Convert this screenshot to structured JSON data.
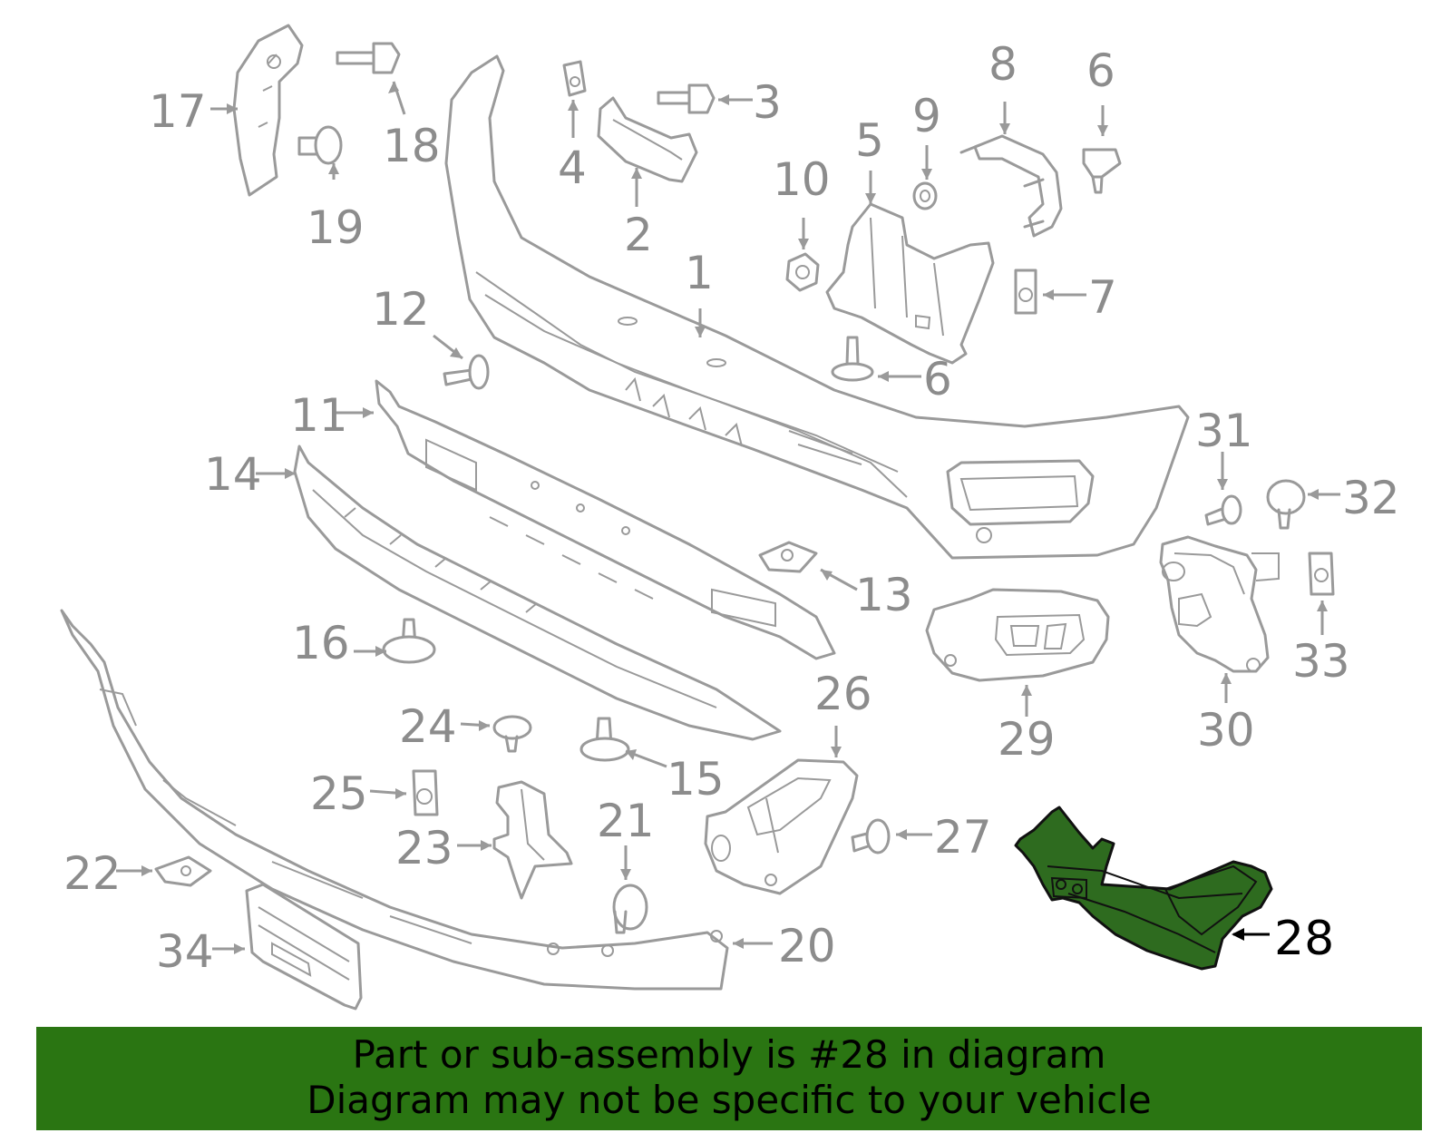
{
  "highlight": {
    "part_number": "28",
    "color": "#2e6b1f"
  },
  "callouts": {
    "c1": "1",
    "c2": "2",
    "c3": "3",
    "c4": "4",
    "c5": "5",
    "c6a": "6",
    "c6b": "6",
    "c7": "7",
    "c8": "8",
    "c9": "9",
    "c10": "10",
    "c11": "11",
    "c12": "12",
    "c13": "13",
    "c14": "14",
    "c15": "15",
    "c16": "16",
    "c17": "17",
    "c18": "18",
    "c19": "19",
    "c20": "20",
    "c21": "21",
    "c22": "22",
    "c23": "23",
    "c24": "24",
    "c25": "25",
    "c26": "26",
    "c27": "27",
    "c28": "28",
    "c29": "29",
    "c30": "30",
    "c31": "31",
    "c32": "32",
    "c33": "33",
    "c34": "34"
  },
  "banner": {
    "line1": "Part or sub-assembly is #28 in diagram",
    "line2": "Diagram may not be specific to your vehicle",
    "color": "#2a7512"
  }
}
